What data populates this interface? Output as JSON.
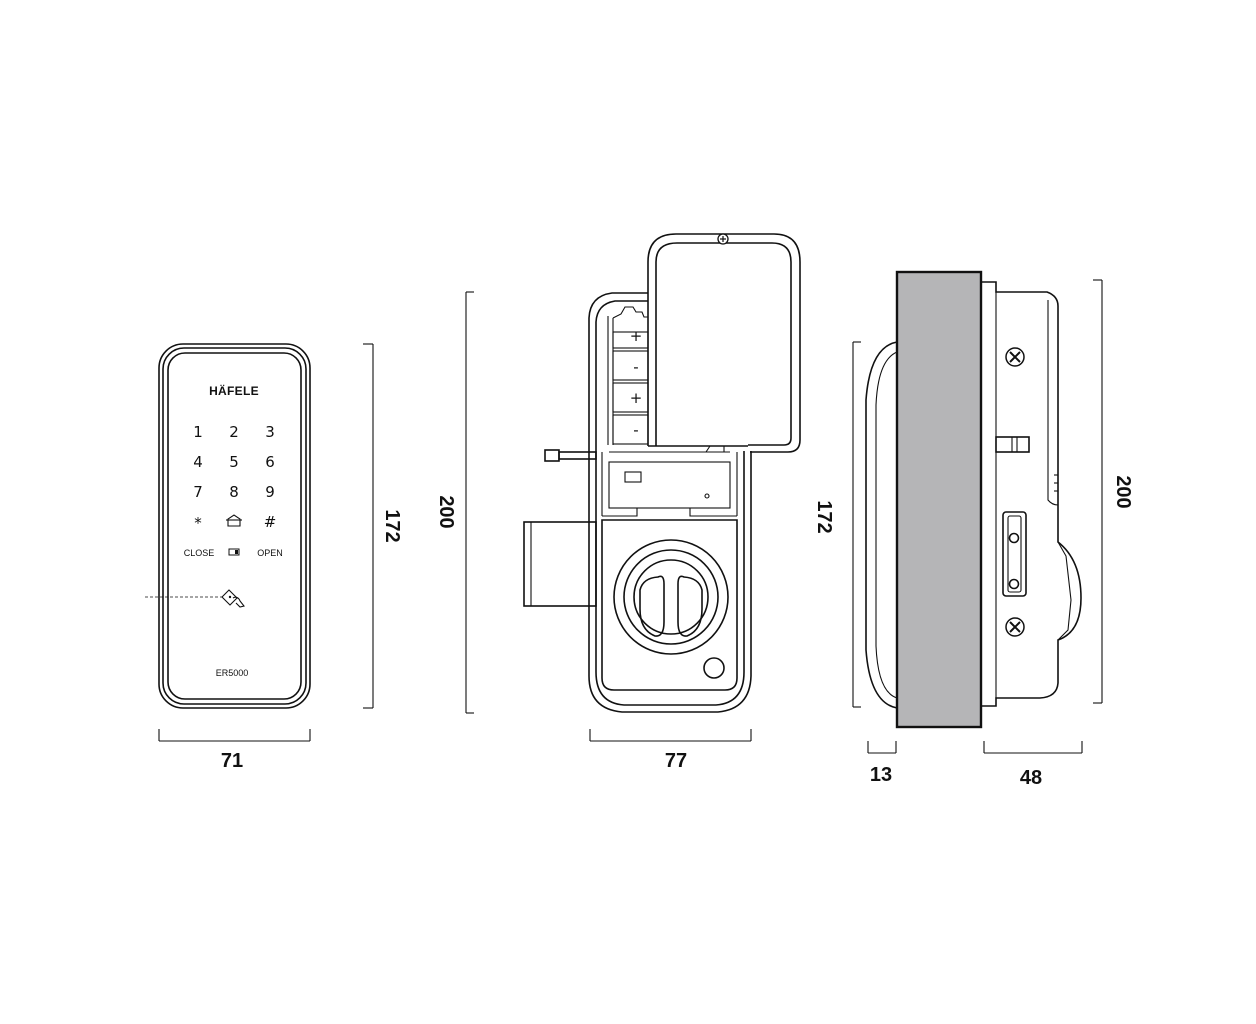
{
  "front_view": {
    "brand": "HÄFELE",
    "keys": [
      "1",
      "2",
      "3",
      "4",
      "5",
      "6",
      "7",
      "8",
      "9",
      "*",
      "#"
    ],
    "close_label": "CLOSE",
    "open_label": "OPEN",
    "model": "ER5000",
    "width_dim": "71",
    "height_dim": "172"
  },
  "back_view": {
    "battery_polarities": [
      "+",
      "-",
      "+",
      "-"
    ],
    "width_dim": "77",
    "height_dim": "200"
  },
  "side_view": {
    "front_height_dim": "172",
    "front_depth_dim": "13",
    "back_depth_dim": "48",
    "back_height_dim": "200",
    "door_color": "#b5b5b7"
  }
}
